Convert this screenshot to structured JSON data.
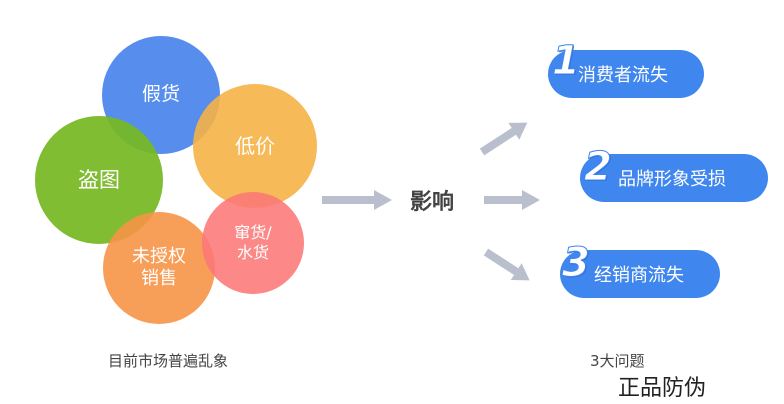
{
  "causes": {
    "fake": "假货",
    "low_price": "低价",
    "theft": "盗图",
    "unauthorized_line1": "未授权",
    "unauthorized_line2": "销售",
    "channel_line1": "窜货/",
    "channel_line2": "水货"
  },
  "caption_left": "目前市场普遍乱象",
  "influence_label": "影响",
  "problems": [
    {
      "number": "1",
      "label": "消费者流失"
    },
    {
      "number": "2",
      "label": "品牌形象受损"
    },
    {
      "number": "3",
      "label": "经销商流失"
    }
  ],
  "caption_right": "3大问题",
  "watermark": "正品防伪",
  "colors": {
    "blue": "#4a84ec",
    "yellow": "#f6b246",
    "green": "#76b822",
    "orange": "#f69446",
    "pink": "#fc7878",
    "pill": "#3f86ee",
    "arrow": "#b9bfcc"
  }
}
